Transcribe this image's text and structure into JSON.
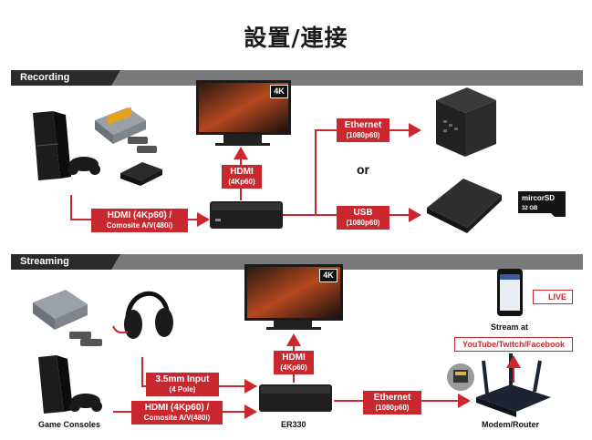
{
  "title": "設置/連接",
  "sections": {
    "recording": "Recording",
    "streaming": "Streaming"
  },
  "recording": {
    "hdmi_input": {
      "line1": "HDMI (4Kp60) /",
      "line2": "Comosite A/V(480i)"
    },
    "hdmi_out": {
      "line1": "HDMI",
      "line2": "(4Kp60)"
    },
    "ethernet": {
      "line1": "Ethernet",
      "line2": "(1080p60)"
    },
    "usb": {
      "line1": "USB",
      "line2": "(1080p60)"
    },
    "or_text": "or",
    "tv_badge": "4K",
    "sd_card": {
      "line1": "mircorSD",
      "line2": "32 GB"
    }
  },
  "streaming": {
    "audio_input": {
      "line1": "3.5mm Input",
      "line2": "(4 Pole)"
    },
    "hdmi_input": {
      "line1": "HDMI (4Kp60) /",
      "line2": "Comosite A/V(480i)"
    },
    "hdmi_out": {
      "line1": "HDMI",
      "line2": "(4Kp60)"
    },
    "ethernet": {
      "line1": "Ethernet",
      "line2": "(1080p60)"
    },
    "tv_badge": "4K",
    "live_badge": "LIVE",
    "stream_at": "Stream at",
    "platforms": "YouTube/Twitch/Facebook",
    "captions": {
      "consoles": "Game Consoles",
      "device": "ER330",
      "router": "Modem/Router"
    }
  },
  "colors": {
    "accent": "#c8282e",
    "band_dark": "#2a2a2a",
    "band_light": "#7a7a7a"
  }
}
